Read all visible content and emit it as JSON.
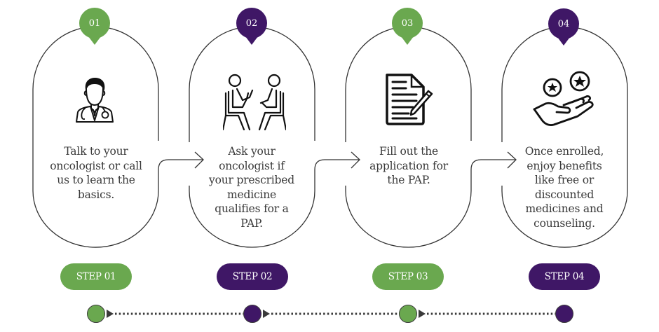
{
  "colors": {
    "green": "#6aa84f",
    "purple": "#3f1766",
    "line": "#333333"
  },
  "steps": [
    {
      "number": "01",
      "label": "STEP 01",
      "color": "#6aa84f",
      "icon": "doctor-icon",
      "lines": [
        "Talk to your",
        "oncologist or call",
        "us to learn the",
        "basics."
      ]
    },
    {
      "number": "02",
      "label": "STEP 02",
      "color": "#3f1766",
      "icon": "consultation-icon",
      "lines": [
        "Ask your",
        "oncologist if",
        "your prescribed",
        "medicine",
        "qualifies for a",
        "PAP."
      ]
    },
    {
      "number": "03",
      "label": "STEP 03",
      "color": "#6aa84f",
      "icon": "application-form-icon",
      "lines": [
        "Fill out the",
        "application for",
        "the PAP."
      ]
    },
    {
      "number": "04",
      "label": "STEP 04",
      "color": "#3f1766",
      "icon": "hand-with-coins-icon",
      "lines": [
        "Once enrolled,",
        "enjoy benefits",
        "like free or",
        "discounted",
        "medicines and",
        "counseling."
      ]
    }
  ]
}
